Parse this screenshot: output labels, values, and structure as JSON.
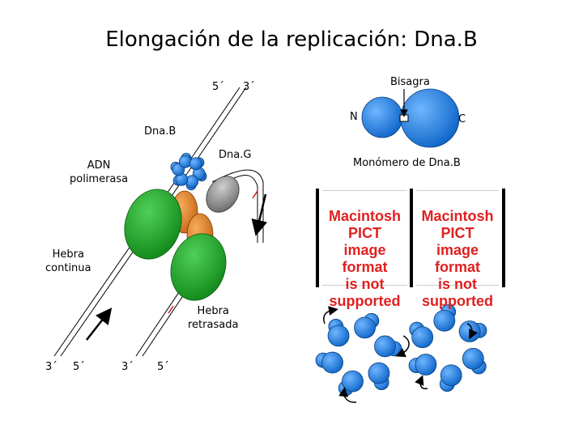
{
  "title": "Elongación de la replicación: Dna.B",
  "labels": {
    "top_5": "5´",
    "top_3": "3´",
    "dnab": "Dna.B",
    "dnag": "Dna.G",
    "adn_polimerasa": "ADN\npolimerasa",
    "hebra_continua": "Hebra\ncontinua",
    "hebra_retrasada": "Hebra\nretrasada",
    "bottom_3a": "3´",
    "bottom_5a": "5´",
    "bottom_3b": "3´",
    "bottom_5b": "5´"
  },
  "monomer": {
    "bisagra": "Bisagra",
    "n": "N",
    "c": "C",
    "caption": "Monómero de Dna.B"
  },
  "pict_placeholder": "Macintosh PICT\nimage format\nis not supported",
  "colors": {
    "green": "#1faa2a",
    "orange": "#e88a2a",
    "blue": "#1d7fe0",
    "gray": "#8a8a8a",
    "red": "#d01818"
  }
}
